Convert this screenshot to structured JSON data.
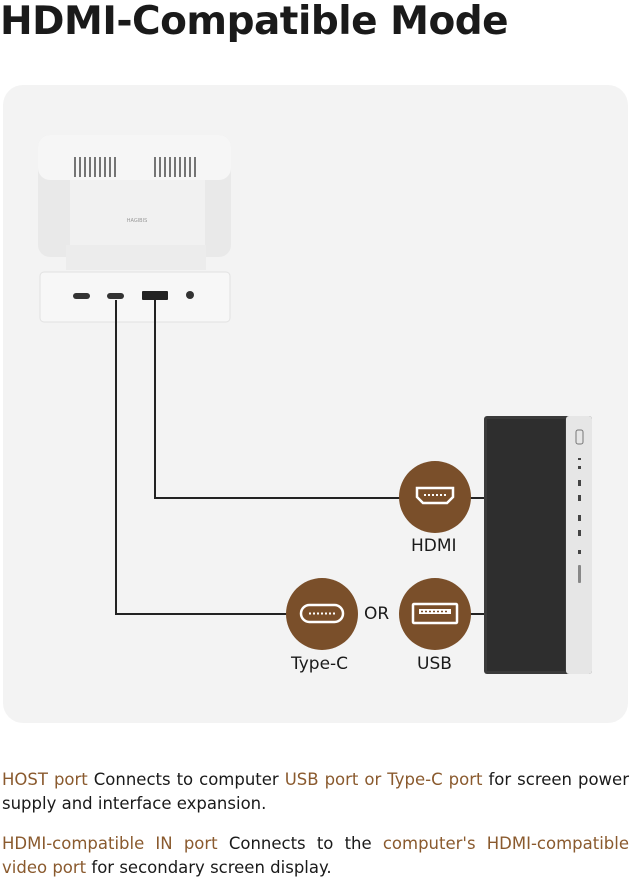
{
  "page": {
    "title": "HDMI-Compatible Mode"
  },
  "device": {
    "brand": "HAGIBIS"
  },
  "connectors": {
    "hdmi_label": "HDMI",
    "typec_label": "Type-C",
    "usb_label": "USB",
    "or_label": "OR"
  },
  "descriptions": {
    "host": {
      "term": "HOST port",
      "text1": " Connects to computer ",
      "highlight": "USB port or Type-C port",
      "text2": " for screen power supply and interface expansion."
    },
    "hdmi": {
      "term": "HDMI-compatible IN port",
      "text1": " Connects to the ",
      "highlight": "computer's HDMI-compatible video port",
      "text2": " for secondary screen display."
    }
  },
  "colors": {
    "accent": "#7a4f2a",
    "highlight_text": "#8a5a2e",
    "panel_bg": "#f3f3f3"
  }
}
